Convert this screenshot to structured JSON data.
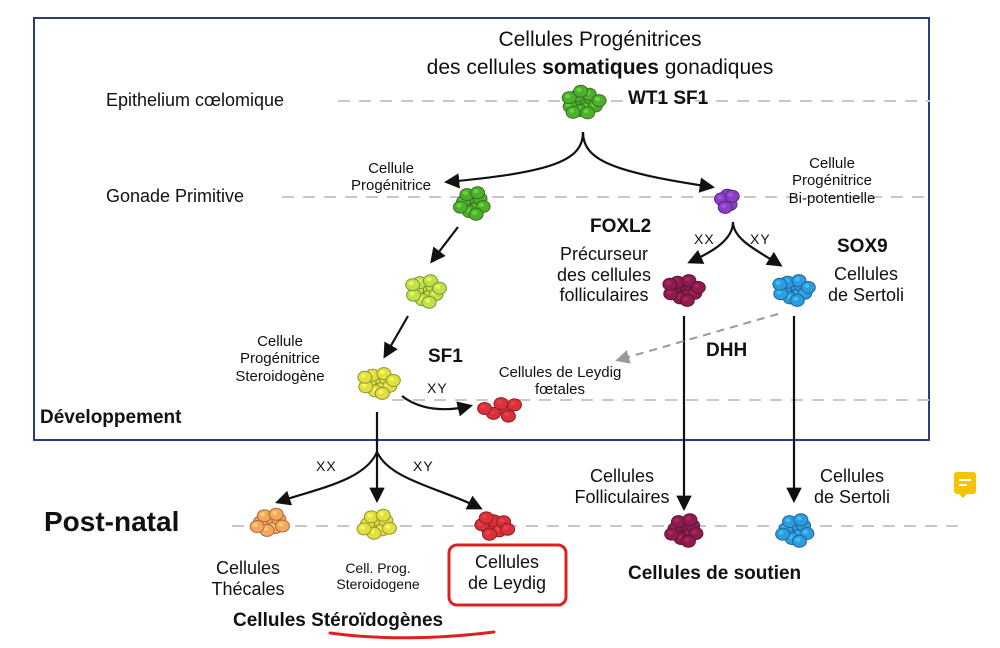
{
  "header": {
    "line1": "Cellules Progénitrices",
    "line2_pre": "des cellules ",
    "line2_bold": "somatiques",
    "line2_post": " gonadiques"
  },
  "levels": {
    "epithelium": "Epithelium cœlomique",
    "gonade": "Gonade Primitive",
    "developpement": "Développement",
    "postnatal": "Post-natal"
  },
  "genes": {
    "wt1_sf1": "WT1 SF1",
    "foxl2": "FOXL2",
    "sox9": "SOX9",
    "sf1": "SF1",
    "dhh": "DHH"
  },
  "branch_labels": {
    "xx": "XX",
    "xy": "XY"
  },
  "cells": {
    "progenitrice": [
      "Cellule",
      "Progénitrice"
    ],
    "bipotentielle": [
      "Cellule",
      "Progénitrice",
      "Bi-potentielle"
    ],
    "precurseur": [
      "Précurseur",
      "des cellules",
      "folliculaires"
    ],
    "sertoli_dev": [
      "Cellules",
      "de Sertoli"
    ],
    "steroidogene": [
      "Cellule",
      "Progénitrice",
      "Steroidogène"
    ],
    "leydig_foetales": [
      "Cellules  de Leydig",
      "fœtales"
    ],
    "folliculaires": [
      "Cellules",
      "Folliculaires"
    ],
    "sertoli_post": [
      "Cellules",
      "de Sertoli"
    ],
    "thecales": [
      "Cellules",
      "Thécales"
    ],
    "cell_prog": [
      "Cell. Prog.",
      "Steroidogene"
    ],
    "leydig": [
      "Cellules",
      "de Leydig"
    ]
  },
  "groups": {
    "soutien": "Cellules de soutien",
    "steroido_pre": "Cellules ",
    "steroido_underlined": "Stéroïdogènes"
  },
  "colors": {
    "box_border": "#2a3d7a",
    "green_dark": "#4fae2d",
    "green_light": "#bfe24a",
    "purple": "#8a3fc0",
    "maroon": "#8e1d4f",
    "blue": "#2f9be0",
    "yellow": "#e0e044",
    "red": "#d8313a",
    "orange": "#f7a65d",
    "annotation_red": "#e02020",
    "dash_gray": "#c8c8c8"
  },
  "icons": {
    "note": "comment-note-icon"
  }
}
